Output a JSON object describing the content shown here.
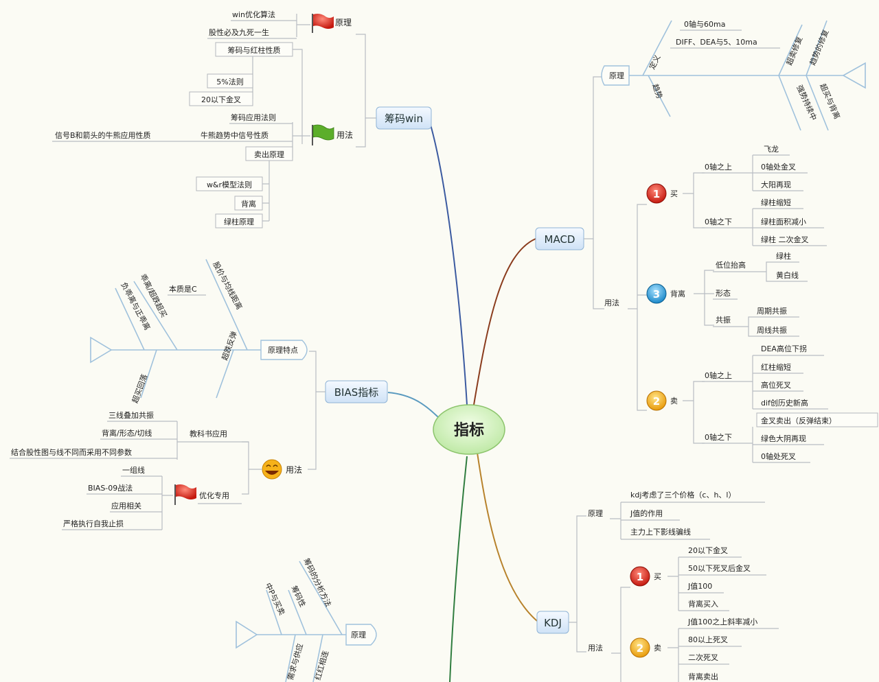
{
  "center": "指标",
  "branches": {
    "chouma": {
      "title": "筹码win",
      "yuanli": {
        "label": "原理",
        "items": [
          "win优化算法",
          "股性必及九死一生"
        ],
        "icon": "red-flag-icon"
      },
      "boxes": [
        "筹码与红柱性质",
        "5%法则",
        "20以下金叉"
      ],
      "yongfa": {
        "label": "用法",
        "items": [
          "筹码应用法则",
          "牛熊趋势中信号性质",
          "卖出原理"
        ],
        "note": "信号B和箭头的牛熊应用性质",
        "icon": "green-flag-icon"
      },
      "extra": [
        "w&r模型法则",
        "背离",
        "绿柱原理"
      ]
    },
    "bias": {
      "title": "BIAS指标",
      "fishbone": {
        "label": "原理特点",
        "top": [
          "本质是C",
          "股价与均线距离",
          "乖离/超跌超买",
          "负乖离与正乖离"
        ],
        "bottom": [
          "超跌反弹",
          "超买回落"
        ]
      },
      "yongfa": {
        "label": "用法",
        "icon": "laughing-face-icon",
        "jiaochang": {
          "label": "教科书应用",
          "items": [
            "三线叠加共振",
            "背离/形态/切线",
            "结合股性图与线不同而采用不同参数"
          ]
        },
        "yingyong": {
          "label": "优化专用",
          "icon": "red-flag-icon",
          "items": [
            "一组线",
            "BIAS-09战法",
            "应用相关",
            "严格执行自我止损"
          ]
        }
      }
    },
    "bottom_partial": {
      "title": "原理",
      "fishbone_top": [
        "中P与买卖",
        "筹码性",
        "筹码的分析方法"
      ],
      "fishbone_bottom": [
        "需求与供应",
        "红红相连"
      ]
    },
    "macd": {
      "title": "MACD",
      "yuanli": {
        "label": "原理",
        "fishbone_top_label": "定义",
        "fishbone_top_items": [
          "0轴与60ma",
          "DIFF、DEA与5、10ma"
        ],
        "fishbone_bottom_label": "趋势",
        "right_top": [
          "超卖修复",
          "趋势的修复"
        ],
        "right_bottom": [
          "强势持续中",
          "超买与背离"
        ]
      },
      "yongfa": {
        "label": "用法",
        "mai": {
          "label": "买",
          "num": "1",
          "shang": {
            "label": "0轴之上",
            "items": [
              "飞龙",
              "0轴处金叉",
              "大阳再现"
            ]
          },
          "xia": {
            "label": "0轴之下",
            "items": [
              "绿柱缩短",
              "绿柱面积减小",
              "绿柱 二次金叉"
            ]
          }
        },
        "beili": {
          "label": "背离",
          "num": "3",
          "items": [
            {
              "label": "低位抬高",
              "subs": [
                "绿柱",
                "黄白线"
              ]
            },
            {
              "label": "形态",
              "subs": []
            },
            {
              "label": "共振",
              "subs": [
                "周期共振",
                "周线共振"
              ]
            }
          ]
        },
        "mai2": {
          "label": "卖",
          "num": "2",
          "shang": {
            "label": "0轴之上",
            "items": [
              "DEA高位下拐",
              "红柱缩短",
              "高位死叉",
              "dif创历史新高"
            ]
          },
          "xia": {
            "label": "0轴之下",
            "items": [
              "金叉卖出（反弹结束）",
              "绿色大阴再现",
              "0轴处死叉"
            ]
          }
        }
      }
    },
    "kdj": {
      "title": "KDJ",
      "yuanli": {
        "label": "原理",
        "items": [
          "kdj考虑了三个价格（c、h、l）",
          "J值的作用",
          "主力上下影线骗线"
        ]
      },
      "yongfa": {
        "label": "用法",
        "mai": {
          "label": "买",
          "num": "1",
          "items": [
            "20以下金叉",
            "50以下死叉后金叉",
            "J值100",
            "背离买入"
          ]
        },
        "mai2": {
          "label": "卖",
          "num": "2",
          "items": [
            "J值100之上斜率减小",
            "80以上死叉",
            "二次死叉",
            "背离卖出"
          ]
        }
      }
    }
  }
}
